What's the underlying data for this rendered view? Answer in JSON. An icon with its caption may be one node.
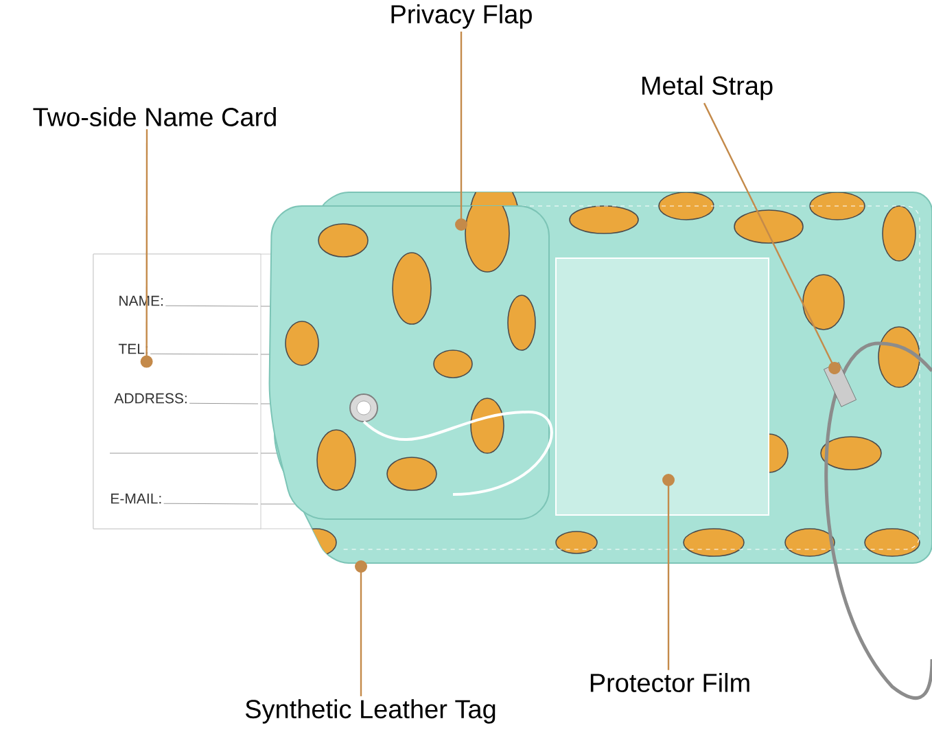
{
  "diagram": {
    "nodes": [
      {
        "text": [
          "Privacy Flap"
        ]
      },
      {
        "text": [
          "Metal Strap"
        ]
      },
      {
        "text": [
          "Two-side Name Card"
        ]
      },
      {
        "text": [
          "NAME:",
          "TEL:",
          "ADDRESS:",
          "E-MAIL:"
        ]
      },
      {
        "text": [
          "Protector Film"
        ]
      },
      {
        "text": [
          "Synthetic Leather Tag"
        ]
      }
    ],
    "edges": [
      {
        "from": 0,
        "to": null,
        "arrow": "other"
      },
      {
        "from": 1,
        "to": null,
        "arrow": "other"
      },
      {
        "from": 2,
        "to": 3,
        "arrow": "other"
      },
      {
        "from": 4,
        "to": null,
        "arrow": "other"
      },
      {
        "from": 5,
        "to": null,
        "arrow": "other"
      }
    ]
  }
}
